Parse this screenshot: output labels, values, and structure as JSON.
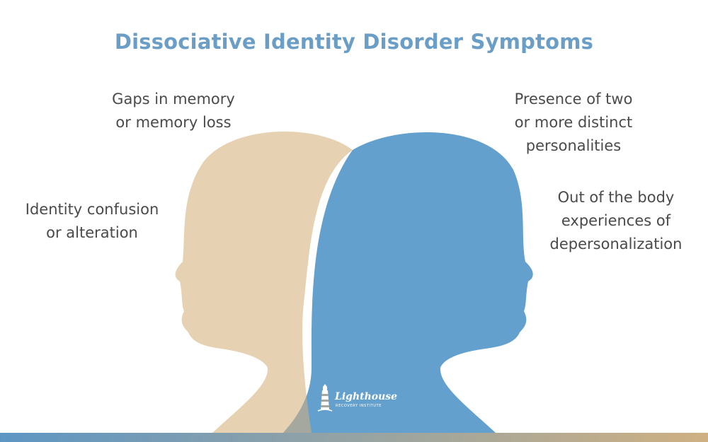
{
  "title": "Dissociative Identity Disorder Symptoms",
  "symptoms": {
    "gaps_memory": [
      "Gaps in memory",
      "or memory loss"
    ],
    "distinct_personalities": [
      "Presence of two",
      "or more distinct",
      "personalities"
    ],
    "identity_confusion": [
      "Identity confusion",
      "or alteration"
    ],
    "out_of_body": [
      "Out of the body",
      "experiences of",
      "depersonalization"
    ]
  },
  "logo": {
    "name": "Lighthouse",
    "tagline": "RECOVERY INSTITUTE",
    "icon": "lighthouse-icon"
  },
  "colors": {
    "title": "#6b9ec6",
    "left_head": "#e6d2b2",
    "right_head": "#64a0cd",
    "overlap": "#a5a89e",
    "text": "#4a4a4a",
    "bar_start": "#5d96c4",
    "bar_end": "#cfb082"
  }
}
